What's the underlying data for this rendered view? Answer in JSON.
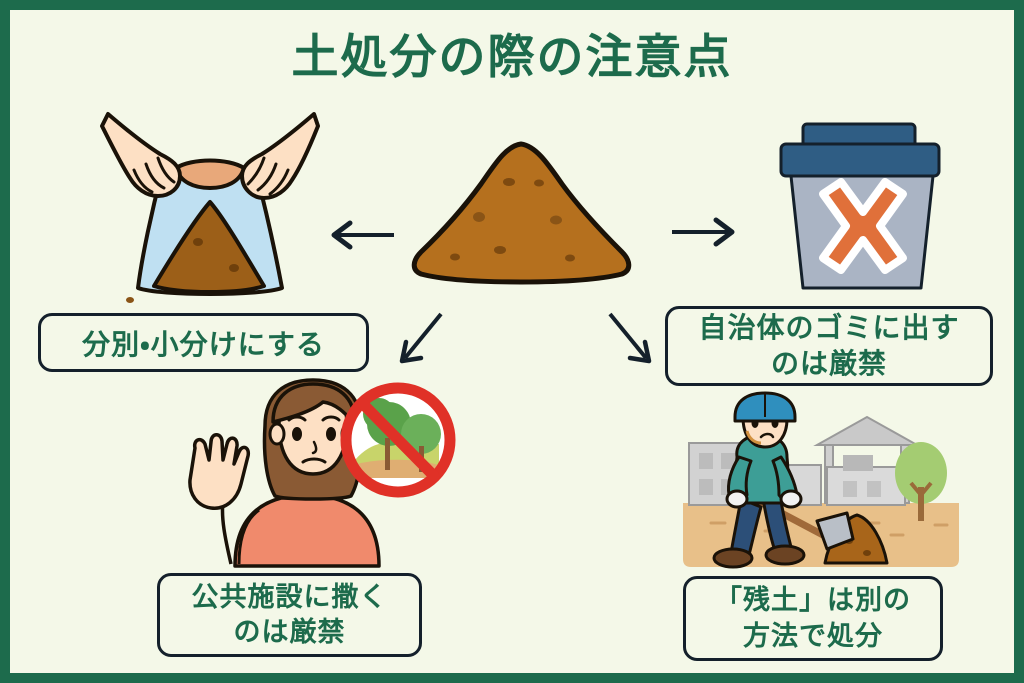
{
  "poster": {
    "title": "土処分の際の注意点",
    "frame_color": "#1d6b4c",
    "background_color": "#f4f8e8",
    "text_color": "#1d6b4c"
  },
  "center": {
    "subject": "soil-pile",
    "soil_color": "#b5701e",
    "outline_color": "#1a1208"
  },
  "branches": [
    {
      "id": "sort",
      "label_line1": "分別・小分けにする",
      "illustration": "hands-holding-bag-of-soil",
      "arrow": "left-arrow"
    },
    {
      "id": "no-municipal-garbage",
      "label_line1": "自治体のゴミに出す",
      "label_line2": "のは厳禁",
      "illustration": "trash-bin-with-x",
      "arrow": "right-arrow"
    },
    {
      "id": "no-public-facility",
      "label_line1": "公共施設に撒く",
      "label_line2": "のは厳禁",
      "illustration": "woman-stop-gesture-with-no-park-sign",
      "arrow": "down-left-arrow"
    },
    {
      "id": "surplus-soil",
      "label_line1": "「残土」は別の",
      "label_line2": "方法で処分",
      "illustration": "worker-shoveling-soil",
      "arrow": "down-right-arrow"
    }
  ],
  "colors": {
    "soil_brown": "#b5701e",
    "soil_dark_brown": "#8a5416",
    "bag_blue": "#bfe0f2",
    "skin": "#fde0c4",
    "bin_body": "#aab4c4",
    "bin_lid": "#2f5d84",
    "x_mark_orange": "#e0703a",
    "prohibit_red": "#e03127",
    "tree_green": "#5aa24a",
    "ground_tan": "#e8c089",
    "woman_top": "#f08a6c",
    "hair_brown": "#8a5a34",
    "helmet_blue": "#2f8fbe",
    "worker_shirt": "#3d9e96",
    "worker_pants": "#2c4f78",
    "label_border": "#14202b"
  }
}
